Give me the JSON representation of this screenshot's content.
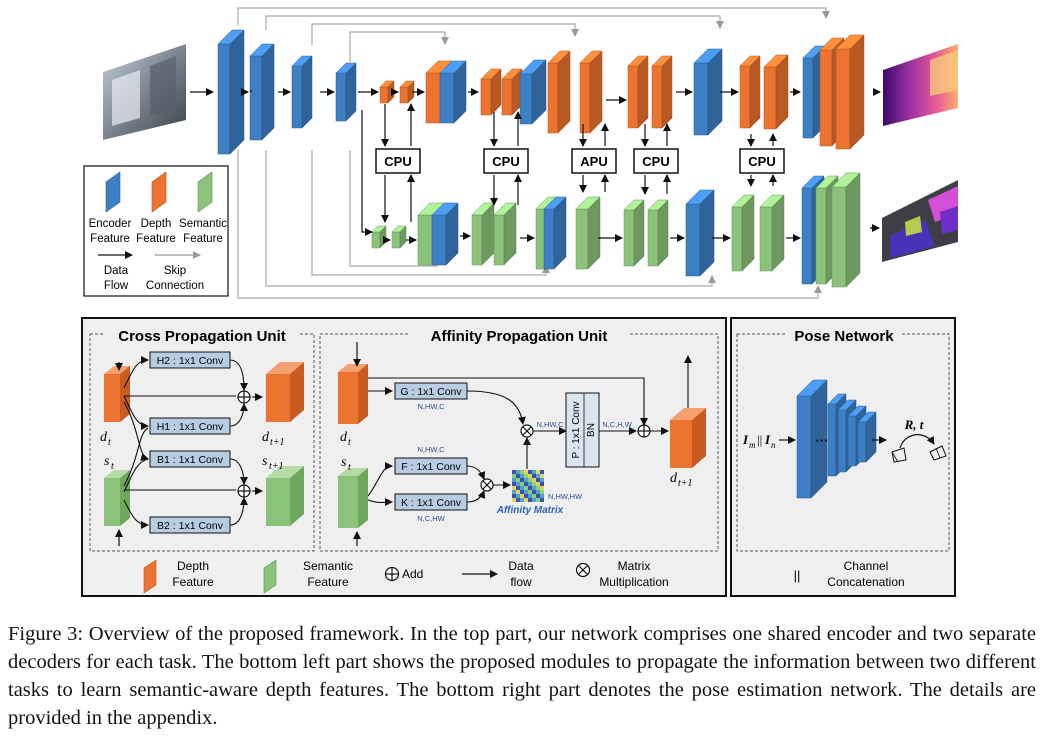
{
  "colors": {
    "encoder": "#3d7fc4",
    "depth": "#ed7430",
    "semantic": "#8cc37a",
    "panel_bg": "#efefef",
    "module_box": "#b8cce4"
  },
  "top": {
    "units": [
      "CPU",
      "CPU",
      "APU",
      "CPU",
      "CPU"
    ],
    "legend": {
      "encoder": [
        "Encoder",
        "Feature"
      ],
      "depth": [
        "Depth",
        "Feature"
      ],
      "semantic": [
        "Semantic",
        "Feature"
      ],
      "data_flow": [
        "Data",
        "Flow"
      ],
      "skip": [
        "Skip",
        "Connection"
      ]
    }
  },
  "cross": {
    "title": "Cross Propagation Unit",
    "h2": "H2 : 1x1 Conv",
    "h1": "H1 : 1x1 Conv",
    "b1": "B1 : 1x1 Conv",
    "b2": "B2 : 1x1 Conv",
    "dt": "d",
    "dt_sub": "t",
    "st": "s",
    "st_sub": "t",
    "dt1": "d",
    "dt1_sub": "t+1",
    "st1": "s",
    "st1_sub": "t+1"
  },
  "affinity": {
    "title": "Affinity Propagation Unit",
    "g": "G : 1x1 Conv",
    "f": "F : 1x1 Conv",
    "k": "K : 1x1 Conv",
    "p": "P : 1x1 Conv",
    "bn": "BN",
    "g_shape": "N,HW,C",
    "f_shape": "N,HW,C",
    "k_shape": "N,C,HW",
    "mul_shape": "N,HW,C",
    "out_shape": "N,C,H,W",
    "aff_shape": "N,HW,HW",
    "aff_label": "Affinity Matrix",
    "dt": "d",
    "dt_sub": "t",
    "st": "s",
    "st_sub": "t",
    "dt1": "d",
    "dt1_sub": "t+1"
  },
  "bottom_legend": {
    "depth": [
      "Depth",
      "Feature"
    ],
    "semantic": [
      "Semantic",
      "Feature"
    ],
    "add": "Add",
    "flow": [
      "Data",
      "flow"
    ],
    "mm": [
      "Matrix",
      "Multiplication"
    ]
  },
  "pose": {
    "title": "Pose Network",
    "input_i1": "I",
    "input_m": "m",
    "input_sep": "||",
    "input_i2": "I",
    "input_n": "n",
    "dots": "···",
    "output": "R, t",
    "legend_symbol": "||",
    "legend_label": [
      "Channel",
      "Concatenation"
    ]
  },
  "caption": "Figure 3: Overview of the proposed framework. In the top part, our network comprises one shared encoder and two separate decoders for each task. The bottom left part shows the proposed modules to propagate the information between two different tasks to learn semantic-aware depth features. The bottom right part denotes the pose estimation network. The details are provided in the appendix."
}
